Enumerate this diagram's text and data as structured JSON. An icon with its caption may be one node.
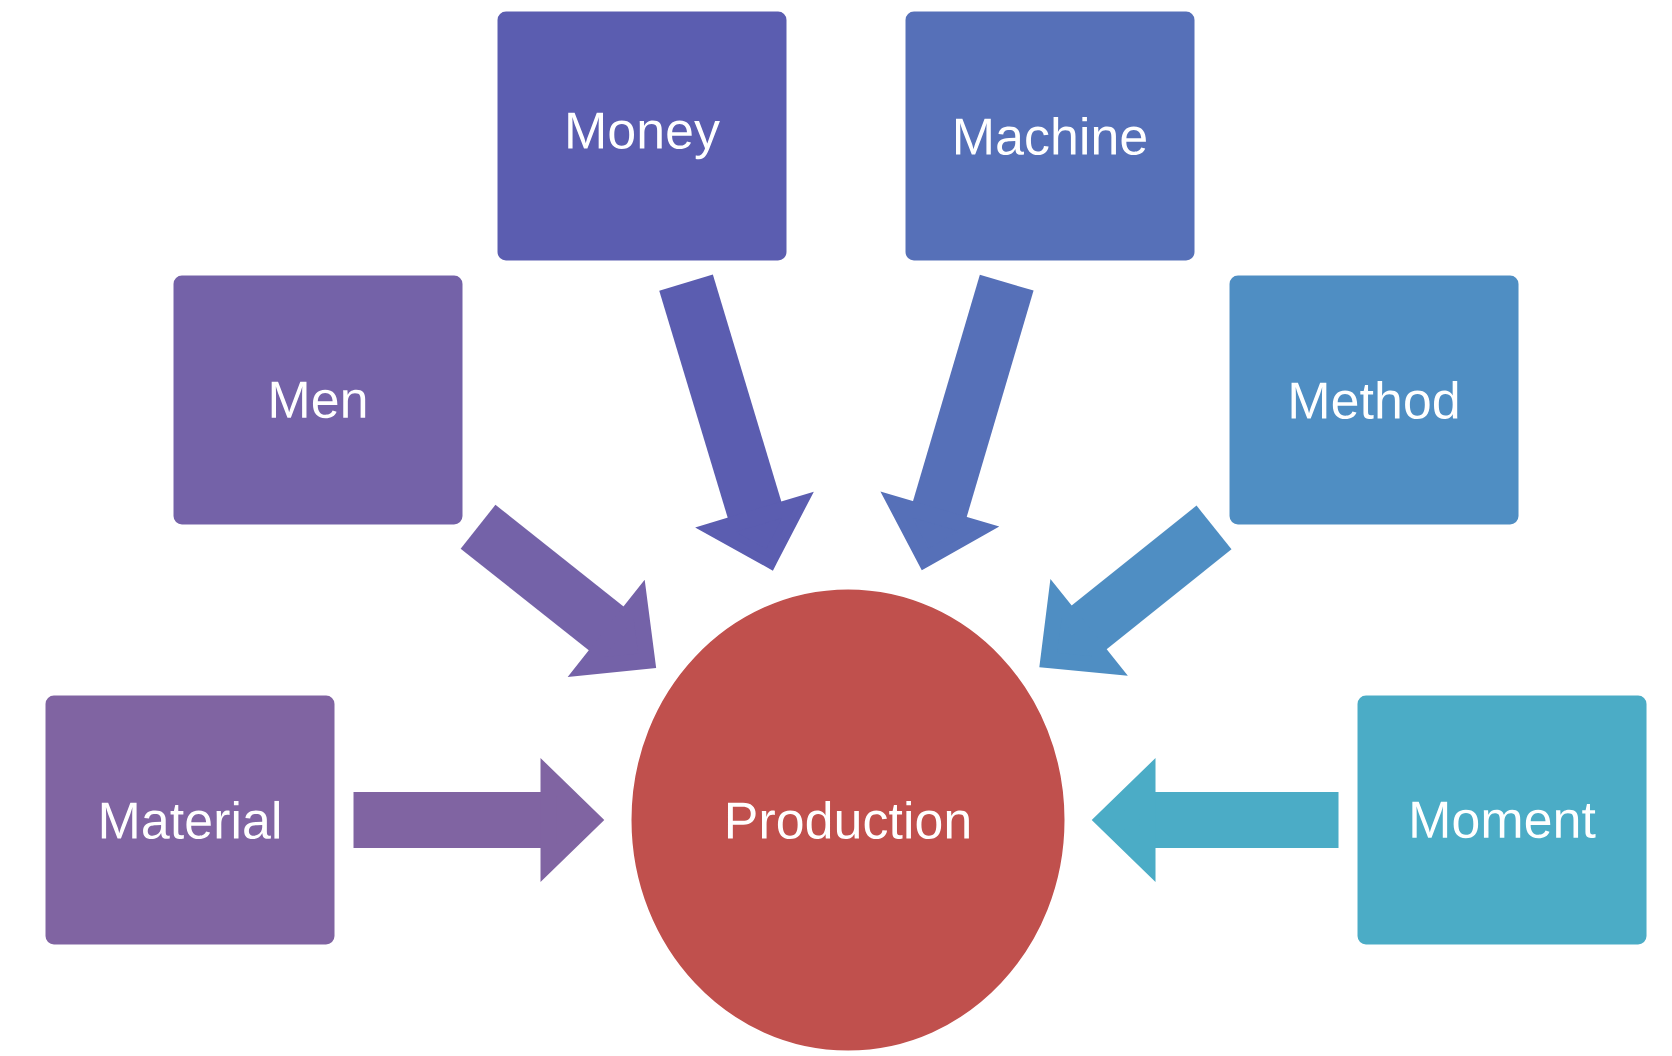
{
  "diagram": {
    "nodes": [
      {
        "text": [
          "Money"
        ]
      },
      {
        "text": [
          "Machine"
        ]
      },
      {
        "text": [
          "Men"
        ]
      },
      {
        "text": [
          "Method"
        ]
      },
      {
        "text": [
          "Material"
        ]
      },
      {
        "text": [
          "Production"
        ]
      },
      {
        "text": [
          "Moment"
        ]
      }
    ],
    "edges": [
      {
        "from": 0,
        "to": 5,
        "arrow": "to",
        "color": "#5b5db0"
      },
      {
        "from": 1,
        "to": 5,
        "arrow": "to",
        "color": "#5670b8"
      },
      {
        "from": 2,
        "to": 5,
        "arrow": "to",
        "color": "#7462a8"
      },
      {
        "from": 3,
        "to": 5,
        "arrow": "to",
        "color": "#4f8ec3"
      },
      {
        "from": 4,
        "to": 5,
        "arrow": "to",
        "color": "#8064a2"
      },
      {
        "from": 6,
        "to": 5,
        "arrow": "to",
        "color": "#4bacc6"
      }
    ]
  }
}
